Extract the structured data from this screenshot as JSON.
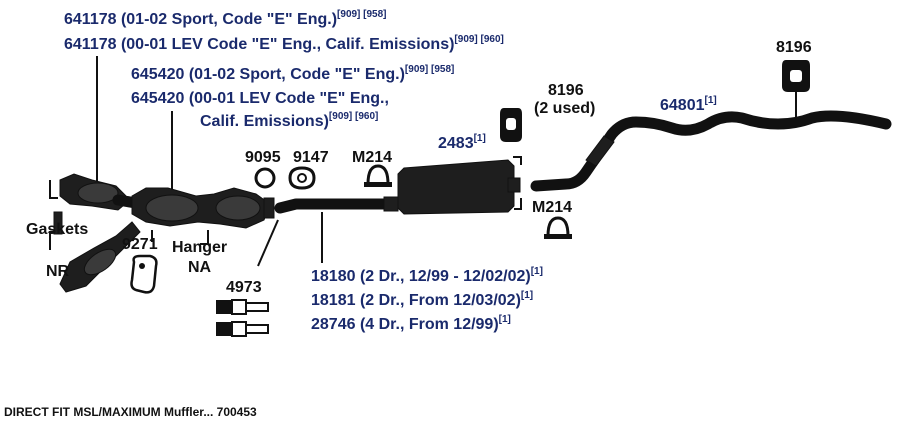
{
  "labels": {
    "p641178_sport": "641178 (01-02 Sport, Code \"E\" Eng.)",
    "p641178_sport_ref": "[909] [958]",
    "p641178_lev": "641178 (00-01 LEV Code \"E\" Eng., Calif. Emissions)",
    "p641178_lev_ref": "[909] [960]",
    "p645420_sport": "645420 (01-02 Sport, Code \"E\" Eng.)",
    "p645420_sport_ref": "[909] [958]",
    "p645420_lev_1": "645420 (00-01 LEV Code \"E\" Eng.,",
    "p645420_lev_2": "Calif. Emissions)",
    "p645420_lev_ref": "[909] [960]",
    "p8196_top": "8196",
    "p8196_mid": "8196",
    "p8196_used": "(2 used)",
    "p64801": "64801",
    "p64801_ref": "[1]",
    "p2483": "2483",
    "p2483_ref": "[1]",
    "p9095": "9095",
    "p9147": "9147",
    "pM214_top": "M214",
    "pM214_bottom": "M214",
    "gaskets_1": "Gaskets",
    "gaskets_2": "NR",
    "p9271": "9271",
    "hanger_1": "Hanger",
    "hanger_2": "NA",
    "p4973": "4973",
    "p18180": "18180 (2 Dr., 12/99 - 12/02/02)",
    "p18180_ref": "[1]",
    "p18181": "18181 (2 Dr., From 12/03/02)",
    "p18181_ref": "[1]",
    "p28746": "28746 (4 Dr., From 12/99)",
    "p28746_ref": "[1]"
  },
  "footer": "DIRECT FIT MSL/MAXIMUM Muffler... 700453"
}
